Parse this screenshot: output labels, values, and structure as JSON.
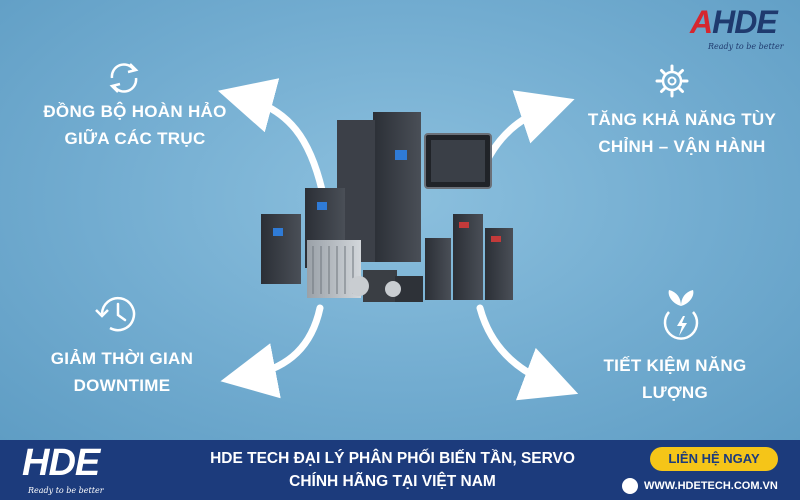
{
  "brand": {
    "logo_text": "HDE",
    "tagline": "Ready to be better"
  },
  "features": [
    {
      "line1": "ĐỒNG BỘ HOÀN HẢO",
      "line2": "GIỮA CÁC TRỤC",
      "icon": "sync-icon"
    },
    {
      "line1": "TĂNG KHẢ NĂNG TÙY",
      "line2": "CHỈNH – VẬN HÀNH",
      "icon": "gear-icon"
    },
    {
      "line1": "GIẢM THỜI GIAN",
      "line2": "DOWNTIME",
      "icon": "clock-rewind-icon"
    },
    {
      "line1": "TIẾT KIỆM NĂNG",
      "line2": "LƯỢNG",
      "icon": "leaf-energy-icon"
    }
  ],
  "banner": {
    "line1": "HDE TECH ĐẠI LÝ PHÂN PHỐI BIẾN TẦN, SERVO",
    "line2": "CHÍNH HÃNG TẠI VIỆT NAM",
    "cta_label": "LIÊN HỆ NGAY",
    "website": "WWW.HDETECH.COM.VN"
  },
  "colors": {
    "background": "#6ea9cd",
    "banner": "#1c3b7c",
    "cta": "#f5c518",
    "logo_accent": "#d6262e"
  }
}
